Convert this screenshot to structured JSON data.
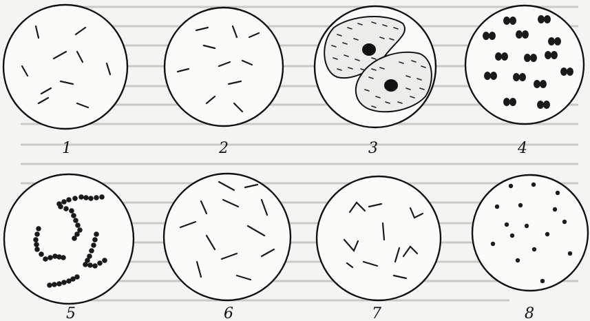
{
  "panels": [
    {
      "id": "1",
      "label": "1"
    },
    {
      "id": "2",
      "label": "2"
    },
    {
      "id": "3",
      "label": "3"
    },
    {
      "id": "4",
      "label": "4"
    },
    {
      "id": "5",
      "label": "5"
    },
    {
      "id": "6",
      "label": "6"
    },
    {
      "id": "7",
      "label": "7"
    },
    {
      "id": "8",
      "label": "8"
    }
  ],
  "colors": {
    "ink": "#111111",
    "paper": "#fbfbfa",
    "background": "#f4f4f2"
  }
}
